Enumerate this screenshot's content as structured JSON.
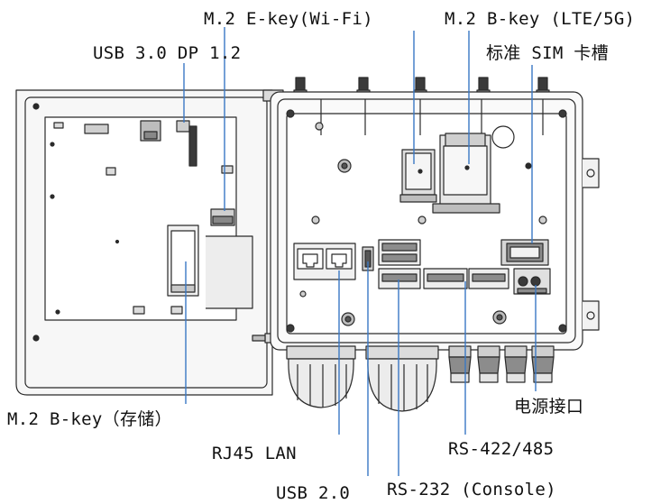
{
  "labels": {
    "m2_ekey": "M.2 E-key(Wi-Fi)",
    "m2_bkey_lte": "M.2 B-key (LTE/5G)",
    "usb30_dp": "USB 3.0 DP 1.2",
    "sim_slot": "标准 SIM 卡槽",
    "m2_bkey_storage": "M.2 B-key（存储）",
    "power": "电源接口",
    "rj45": "RJ45 LAN",
    "rs422_485": "RS-422/485",
    "usb20": "USB 2.0",
    "rs232": "RS-232 (Console)"
  },
  "colors": {
    "line": "#2a2a2a",
    "leader": "#3a78c4",
    "fill_light": "#f2f2f2",
    "fill_mid": "#d9d9d9",
    "fill_dark": "#8c8c8c"
  }
}
